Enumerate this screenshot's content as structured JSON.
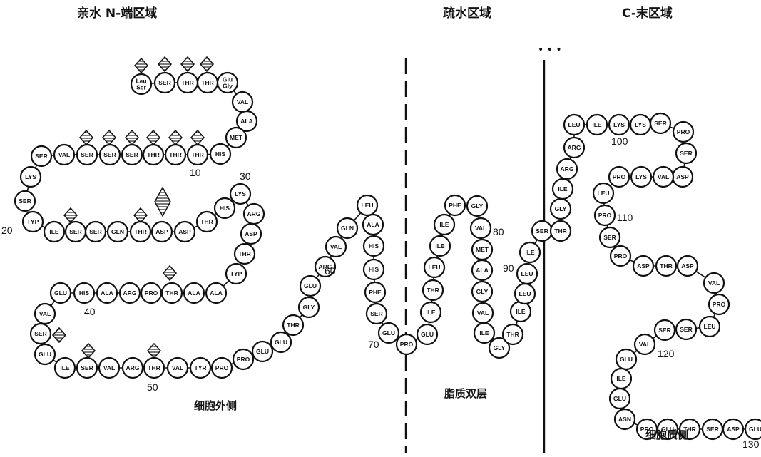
{
  "headers": {
    "n_region": "亲水 N-端区域",
    "hydrophobic": "疏水区域",
    "c_region": "C-末区域"
  },
  "regions": {
    "extracellular": "细胞外侧",
    "lipid_bilayer": "脂质双层",
    "cytoplasmic": "细胞质侧"
  },
  "residues": [
    "Leu Ser",
    "SER",
    "THR",
    "THR",
    "Glu Gly",
    "VAL",
    "ALA",
    "MET",
    "HIS",
    "THR",
    "THR",
    "THR",
    "SER",
    "SER",
    "SER",
    "VAL",
    "SER",
    "LYS",
    "SER",
    "TYP",
    "ILE",
    "SER",
    "SER",
    "GLN",
    "THR",
    "ASP",
    "ASP",
    "THR",
    "HIS",
    "LYS",
    "ARG",
    "ASP",
    "THR",
    "TYP",
    "ALA",
    "ALA",
    "THR",
    "PRO",
    "ARG",
    "ALA",
    "HIS",
    "GLU",
    "VAL",
    "SER",
    "GLU",
    "ILE",
    "SER",
    "VAL",
    "ARG",
    "THR",
    "VAL",
    "TYR",
    "PRO",
    "PRO",
    "GLU",
    "GLU",
    "THR",
    "GLY",
    "GLU",
    "ARG",
    "VAL",
    "GLN",
    "LEU",
    "ALA",
    "HIS",
    "HIS",
    "PHE",
    "SER",
    "GLU",
    "PRO",
    "GLU",
    "ILE",
    "THR",
    "LEU",
    "ILE",
    "ILE",
    "PHE",
    "GLY",
    "VAL",
    "MET",
    "ALA",
    "GLY",
    "VAL",
    "ILE",
    "GLY",
    "THR",
    "ILE",
    "LEU",
    "LEU",
    "ILE",
    "SER",
    "THR",
    "GLY",
    "ILE",
    "ARG",
    "ARG",
    "LEU",
    "ILE",
    "LYS",
    "LYS",
    "SER",
    "PRO",
    "SER",
    "ASP",
    "VAL",
    "LYS",
    "PRO",
    "LEU",
    "PRO",
    "SER",
    "PRO",
    "ASP",
    "THR",
    "ASP",
    "VAL",
    "PRO",
    "LEU",
    "SER",
    "SER",
    "VAL",
    "GLU",
    "ILE",
    "GLU",
    "ASN",
    "PRO",
    "GLU",
    "THR",
    "SER",
    "ASP",
    "GLU"
  ],
  "number_labels": [
    "10",
    "30",
    "20",
    "40",
    "50",
    "60",
    "70",
    "80",
    "90",
    "100",
    "110",
    "120",
    "130"
  ]
}
